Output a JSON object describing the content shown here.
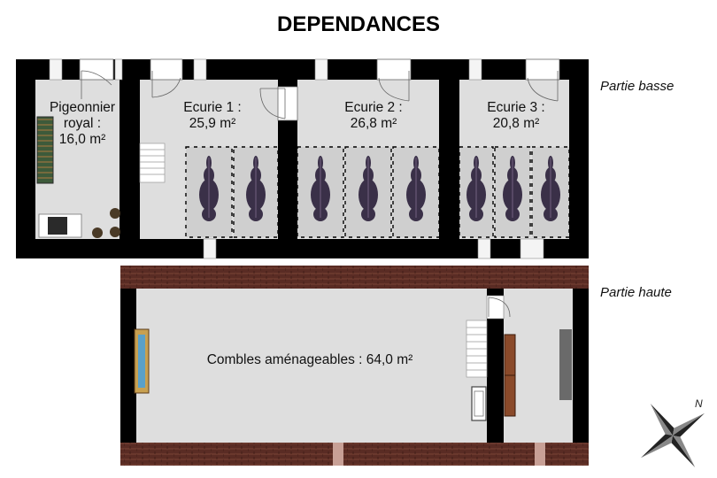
{
  "title": "DEPENDANCES",
  "levels": {
    "lower": {
      "label": "Partie basse"
    },
    "upper": {
      "label": "Partie haute"
    }
  },
  "rooms": {
    "pigeonnier": {
      "line1": "Pigeonnier",
      "line2": "royal :",
      "line3": "16,0 m²"
    },
    "ecurie1": {
      "line1": "Ecurie 1 :",
      "line2": "25,9 m²"
    },
    "ecurie2": {
      "line1": "Ecurie 2 :",
      "line2": "26,8 m²"
    },
    "ecurie3": {
      "line1": "Ecurie 3 :",
      "line2": "20,8 m²"
    },
    "combles": {
      "label": "Combles aménageables : 64,0 m²"
    }
  },
  "compass": {
    "label": "N",
    "icon": "compass-rose-icon"
  },
  "colors": {
    "wall": "#000000",
    "floor": "#dedede",
    "beam": "#5a2c24",
    "horse": "#3a3048"
  }
}
